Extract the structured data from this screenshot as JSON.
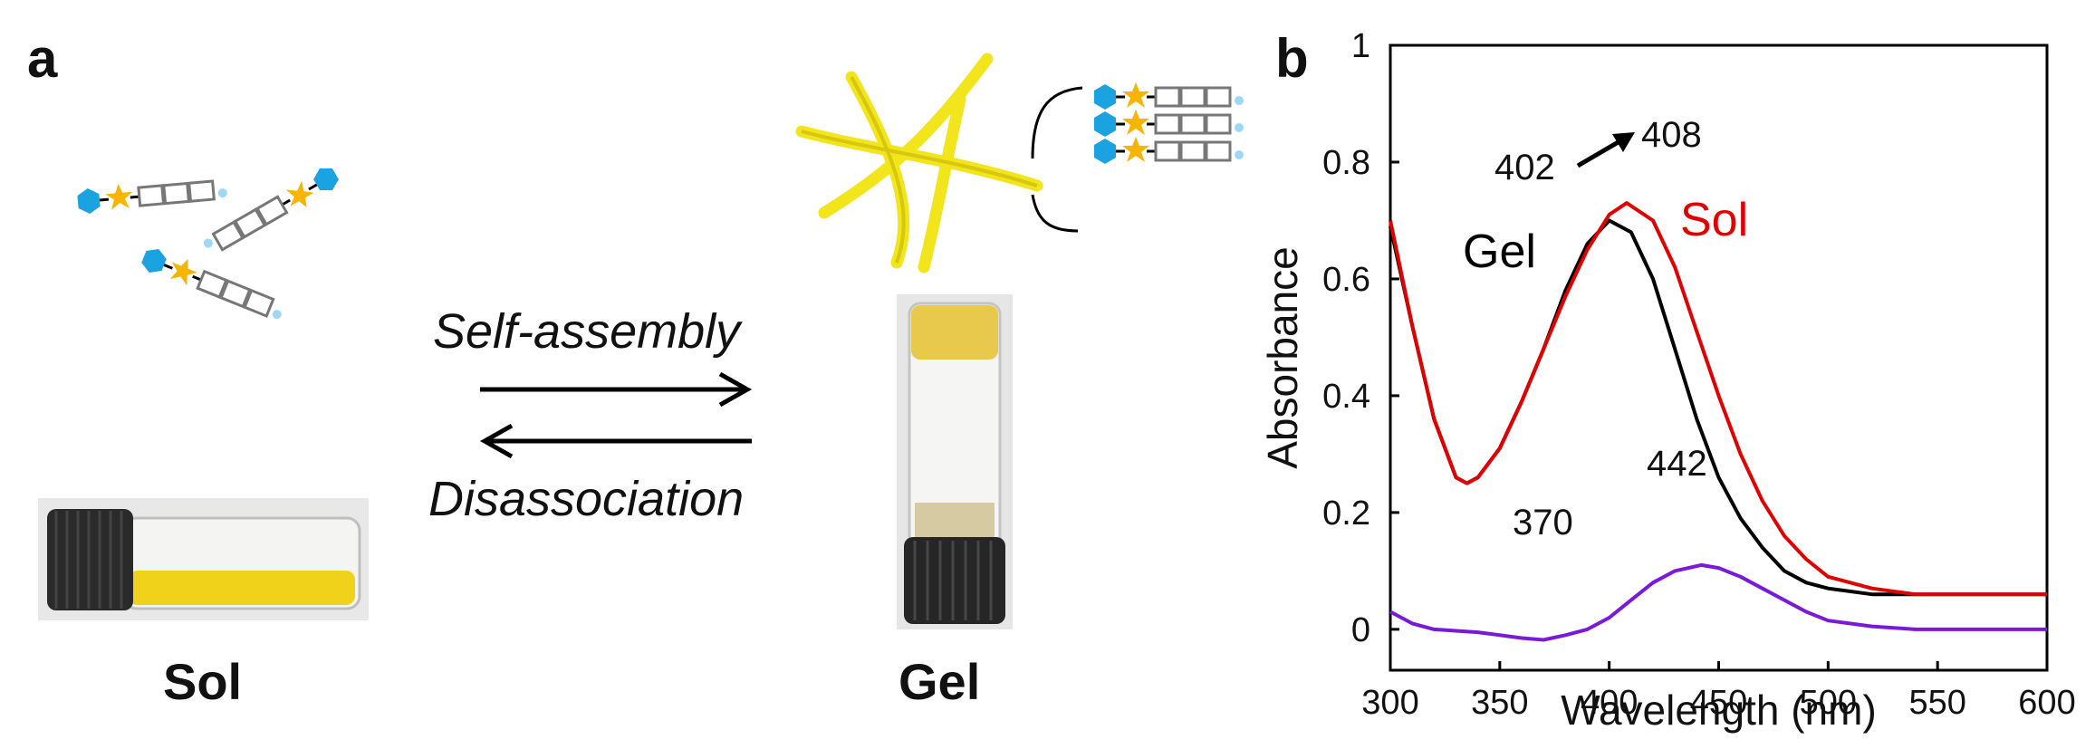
{
  "panel_a": {
    "label": "a",
    "forward_label": "Self-assembly",
    "reverse_label": "Disassociation",
    "sol_caption": "Sol",
    "gel_caption": "Gel"
  },
  "panel_b": {
    "label": "b"
  },
  "colors": {
    "gel": "#000000",
    "sol": "#e00000",
    "third": "#7a1ad8",
    "hexagon": "#1aa3e0",
    "star": "#f7b500",
    "fiber": "#f2e51c"
  },
  "chart_data": {
    "type": "line",
    "xlabel": "Wavelength (nm)",
    "ylabel": "Absorbance",
    "xlim": [
      300,
      600
    ],
    "ylim": [
      -0.07,
      1
    ],
    "xticks": [
      "300",
      "350",
      "400",
      "450",
      "500",
      "550",
      "600"
    ],
    "yticks": [
      "0",
      "0.2",
      "0.4",
      "0.6",
      "0.8",
      "1"
    ],
    "series": [
      {
        "name": "Gel",
        "x": [
          300,
          310,
          320,
          330,
          335,
          340,
          350,
          360,
          370,
          380,
          390,
          400,
          410,
          420,
          430,
          440,
          450,
          460,
          470,
          480,
          490,
          500,
          520,
          540,
          560,
          580,
          600
        ],
        "y": [
          0.69,
          0.52,
          0.36,
          0.26,
          0.25,
          0.26,
          0.31,
          0.39,
          0.48,
          0.58,
          0.66,
          0.7,
          0.68,
          0.6,
          0.48,
          0.36,
          0.26,
          0.19,
          0.14,
          0.1,
          0.08,
          0.07,
          0.06,
          0.06,
          0.06,
          0.06,
          0.06
        ]
      },
      {
        "name": "Sol",
        "x": [
          300,
          310,
          320,
          330,
          335,
          340,
          350,
          360,
          370,
          380,
          390,
          400,
          408,
          420,
          430,
          440,
          450,
          460,
          470,
          480,
          490,
          500,
          520,
          540,
          560,
          580,
          600
        ],
        "y": [
          0.7,
          0.52,
          0.36,
          0.26,
          0.25,
          0.26,
          0.31,
          0.39,
          0.48,
          0.57,
          0.65,
          0.71,
          0.73,
          0.7,
          0.62,
          0.51,
          0.4,
          0.3,
          0.22,
          0.16,
          0.12,
          0.09,
          0.07,
          0.06,
          0.06,
          0.06,
          0.06
        ]
      },
      {
        "name": "",
        "x": [
          300,
          310,
          320,
          340,
          360,
          370,
          380,
          390,
          400,
          410,
          420,
          430,
          442,
          450,
          460,
          470,
          480,
          490,
          500,
          520,
          540,
          560,
          580,
          600
        ],
        "y": [
          0.03,
          0.01,
          0.0,
          -0.005,
          -0.015,
          -0.018,
          -0.01,
          0.0,
          0.02,
          0.05,
          0.08,
          0.1,
          0.11,
          0.105,
          0.09,
          0.07,
          0.05,
          0.03,
          0.015,
          0.005,
          0.0,
          0.0,
          0.0,
          0.0
        ]
      }
    ],
    "annotations": {
      "peak_gel": "402",
      "peak_sol": "408",
      "peak_third_1": "370",
      "peak_third_2": "442",
      "label_gel": "Gel",
      "label_sol": "Sol"
    }
  }
}
